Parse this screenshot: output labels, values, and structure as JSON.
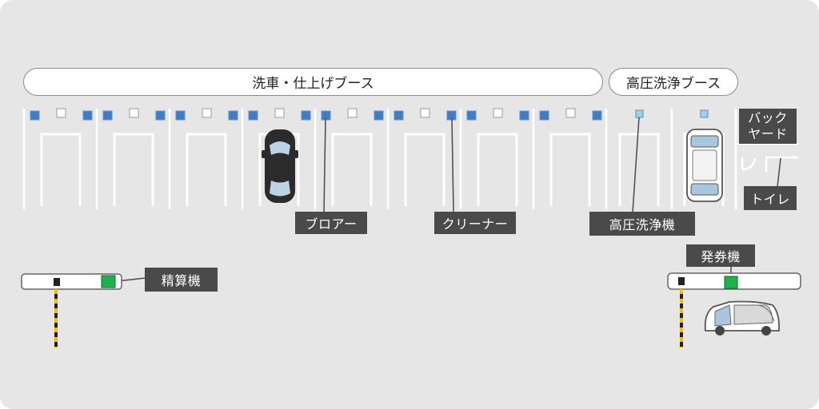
{
  "booths": {
    "wash_finish": "洗車・仕上げブース",
    "high_pressure": "高圧洗浄ブース"
  },
  "labels": {
    "backyard_line1": "バック",
    "backyard_line2": "ヤード",
    "toilet": "トイレ",
    "blower": "ブロアー",
    "cleaner": "クリーナー",
    "high_pressure_washer": "高圧洗浄機",
    "ticket_machine": "発券機",
    "payment_machine": "精算機"
  },
  "colors": {
    "background": "#e6e6e6",
    "stall_line": "#ffffff",
    "equipment_blue": "#3d7cc9",
    "washer_lightblue": "#9fd0ea",
    "machine_green": "#1db24a",
    "label_bg": "#4a4a4a"
  }
}
